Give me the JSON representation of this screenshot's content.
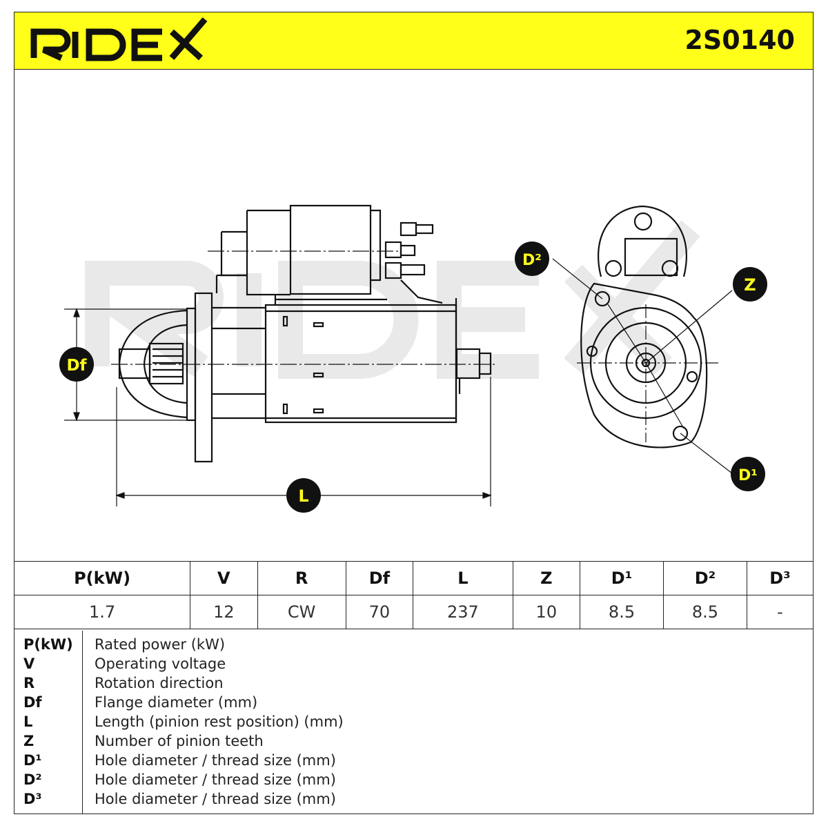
{
  "header": {
    "brand": "RIDEX",
    "part_number": "2S0140",
    "accent_color": "#ffff1a"
  },
  "drawing": {
    "watermark": "RIDEX",
    "labels": {
      "df": "Df",
      "l": "L",
      "z": "Z",
      "d1": "D¹",
      "d2": "D²"
    }
  },
  "spec_table": {
    "headers": [
      "P(kW)",
      "V",
      "R",
      "Df",
      "L",
      "Z",
      "D¹",
      "D²",
      "D³"
    ],
    "values": [
      "1.7",
      "12",
      "CW",
      "70",
      "237",
      "10",
      "8.5",
      "8.5",
      "-"
    ]
  },
  "legend": [
    {
      "key": "P(kW)",
      "desc": "Rated power (kW)"
    },
    {
      "key": "V",
      "desc": "Operating voltage"
    },
    {
      "key": "R",
      "desc": "Rotation direction"
    },
    {
      "key": "Df",
      "desc": "Flange diameter (mm)"
    },
    {
      "key": "L",
      "desc": "Length (pinion rest position) (mm)"
    },
    {
      "key": "Z",
      "desc": "Number of pinion teeth"
    },
    {
      "key": "D¹",
      "desc": "Hole diameter / thread size (mm)"
    },
    {
      "key": "D²",
      "desc": "Hole diameter / thread size (mm)"
    },
    {
      "key": "D³",
      "desc": "Hole diameter / thread size (mm)"
    }
  ]
}
